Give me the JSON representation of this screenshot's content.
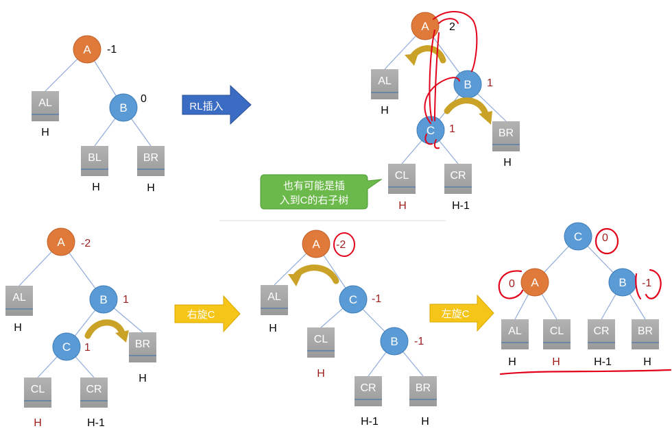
{
  "colors": {
    "orange_node": "#E07A3A",
    "blue_node": "#5B9BD5",
    "leaf_box": "#A6A6A6",
    "text_black": "#000000",
    "text_red": "#9E1B1B",
    "ink_red": "#E2001A",
    "arrow_yellow": "#F5C518",
    "arrow_blue": "#3B6CC4",
    "callout_green": "#6BB94A"
  },
  "panel_top_left": {
    "node_A": "A",
    "bal_A": "-1",
    "node_B": "B",
    "bal_B": "0",
    "AL": "AL",
    "BL": "BL",
    "BR": "BR",
    "h_AL": "H",
    "h_BL": "H",
    "h_BR": "H"
  },
  "arrow_rl": {
    "label": "RL插入"
  },
  "panel_top_right": {
    "node_A": "A",
    "bal_A": "2",
    "node_B": "B",
    "bal_B": "1",
    "node_C": "C",
    "bal_C": "1",
    "AL": "AL",
    "BR": "BR",
    "CL": "CL",
    "CR": "CR",
    "h_AL": "H",
    "h_BR": "H",
    "h_CL": "H",
    "h_CR": "H-1"
  },
  "callout": {
    "line1": "也有可能是插",
    "line2": "入到C的右子树"
  },
  "panel_bottom_left": {
    "node_A": "A",
    "bal_A": "-2",
    "node_B": "B",
    "bal_B": "1",
    "node_C": "C",
    "bal_C": "1",
    "AL": "AL",
    "BR": "BR",
    "CL": "CL",
    "CR": "CR",
    "h_AL": "H",
    "h_BR": "H",
    "h_CL": "H",
    "h_CR": "H-1"
  },
  "arrow_right_rotate": {
    "label": "右旋C"
  },
  "panel_bottom_mid": {
    "node_A": "A",
    "bal_A": "-2",
    "node_C": "C",
    "bal_C": "-1",
    "node_B": "B",
    "bal_B": "-1",
    "AL": "AL",
    "CL": "CL",
    "CR": "CR",
    "BR": "BR",
    "h_AL": "H",
    "h_CL": "H",
    "h_CR": "H-1",
    "h_BR": "H"
  },
  "arrow_left_rotate": {
    "label": "左旋C"
  },
  "panel_bottom_right": {
    "node_C": "C",
    "bal_C": "0",
    "node_A": "A",
    "bal_A": "0",
    "node_B": "B",
    "bal_B": "-1",
    "AL": "AL",
    "CL": "CL",
    "CR": "CR",
    "BR": "BR",
    "h_AL": "H",
    "h_CL": "H",
    "h_CR": "H-1",
    "h_BR": "H"
  }
}
